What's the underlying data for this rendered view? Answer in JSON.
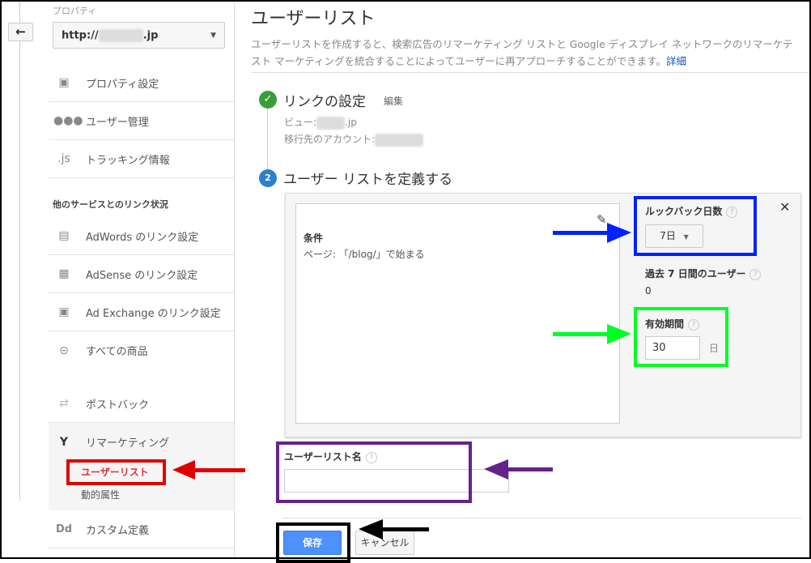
{
  "sidebar": {
    "back_icon": "←",
    "property_label": "プロパティ",
    "property_value_prefix": "http://",
    "property_value_suffix": ".jp",
    "items": [
      {
        "icon": "layout-icon",
        "label": "プロパティ設定"
      },
      {
        "icon": "users-icon",
        "label": "ユーザー管理"
      },
      {
        "icon": "js-icon",
        "icon_text": ".js",
        "label": "トラッキング情報"
      }
    ],
    "section_heading": "他のサービスとのリンク状況",
    "link_items": [
      {
        "icon": "adwords-icon",
        "label": "AdWords のリンク設定"
      },
      {
        "icon": "adsense-icon",
        "label": "AdSense のリンク設定"
      },
      {
        "icon": "adexchange-icon",
        "label": "Ad Exchange のリンク設定"
      },
      {
        "icon": "link-icon",
        "label": "すべての商品"
      }
    ],
    "postback": "ポストバック",
    "remarketing": {
      "label": "リマーケティング",
      "children": [
        {
          "label": "ユーザーリスト",
          "active": true
        },
        {
          "label": "動的属性"
        }
      ]
    },
    "custom": {
      "icon_text": "Dd",
      "label": "カスタム定義"
    }
  },
  "main": {
    "title": "ユーザーリスト",
    "description_line1": "ユーザーリストを作成すると、検索広告のリマーケティング リストと Google ディスプレイ ネットワークのリマーケテ",
    "description_line2": "スト マーケティングを統合することによってユーザーに再アプローチすることができます。",
    "details_link": "詳細",
    "step1": {
      "title": "リンクの設定",
      "edit": "編集",
      "view_label": "ビュー:",
      "view_suffix": ".jp",
      "account_label": "移行先のアカウント:"
    },
    "step2": {
      "number": "2",
      "title": "ユーザー リストを定義する"
    },
    "condition": {
      "heading": "条件",
      "text": "ページ: 「/blog/」で始まる"
    },
    "lookback": {
      "label": "ルックバック日数",
      "value": "7日"
    },
    "past_users": {
      "label": "過去 7 日間のユーザー",
      "value": "0"
    },
    "duration": {
      "label": "有効期間",
      "value": "30",
      "unit": "日"
    },
    "list_name": {
      "label": "ユーザーリスト名",
      "value": ""
    },
    "save": "保存",
    "cancel": "キャンセル"
  },
  "colors": {
    "accent": "#4d90fe",
    "blue_highlight": "#0022ff",
    "green_highlight": "#00ff22",
    "purple_highlight": "#66228a",
    "red_highlight": "#e00000",
    "black_highlight": "#000000"
  }
}
